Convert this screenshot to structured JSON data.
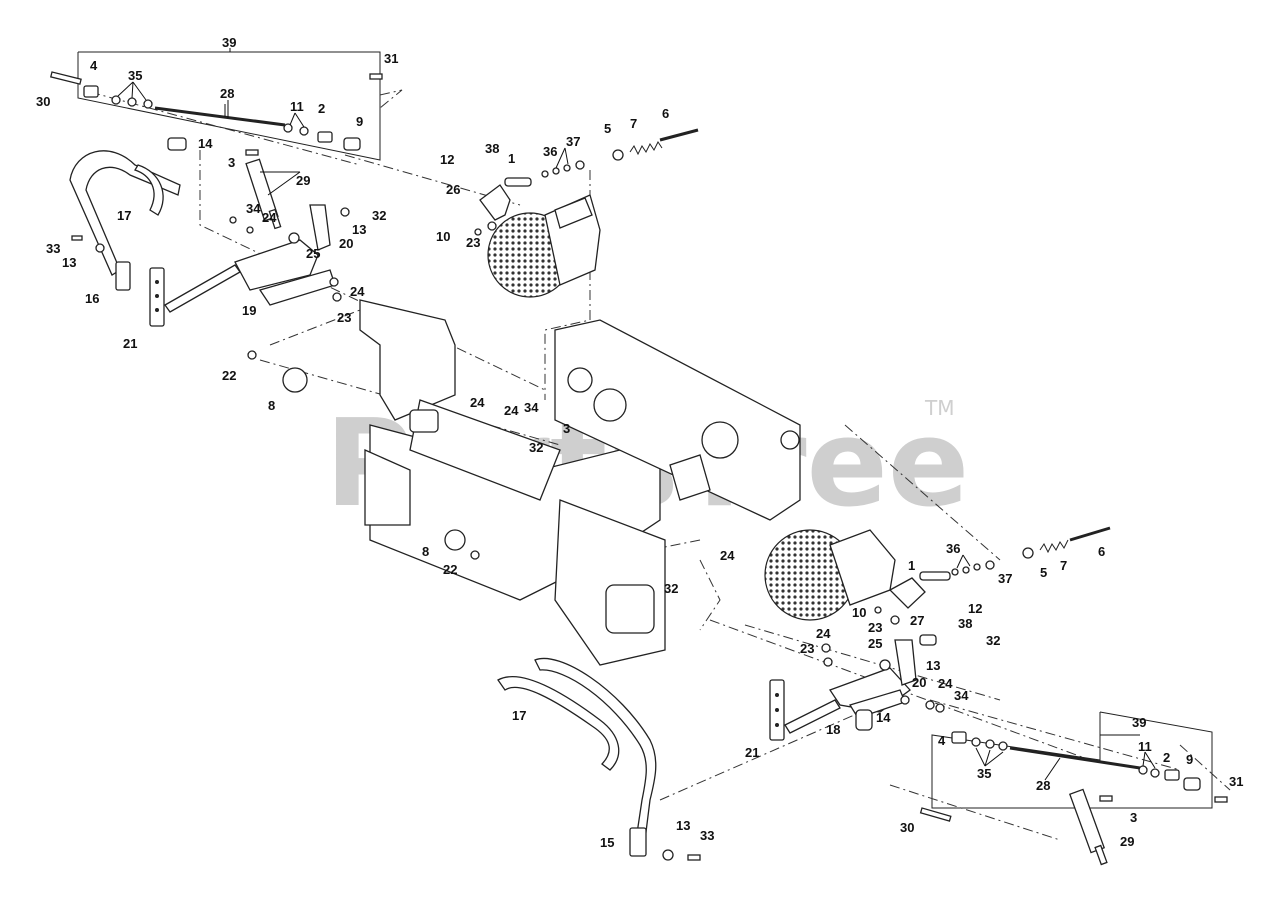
{
  "watermark": {
    "text": "PartsTree",
    "trademark": "TM"
  },
  "callouts": [
    "39",
    "31",
    "30",
    "4",
    "35",
    "28",
    "11",
    "2",
    "9",
    "14",
    "3",
    "29",
    "17",
    "34",
    "24",
    "32",
    "13",
    "20",
    "25",
    "33",
    "16",
    "21",
    "19",
    "23",
    "12",
    "38",
    "1",
    "36",
    "37",
    "5",
    "7",
    "6",
    "26",
    "10",
    "22",
    "8",
    "27",
    "18",
    "15"
  ]
}
